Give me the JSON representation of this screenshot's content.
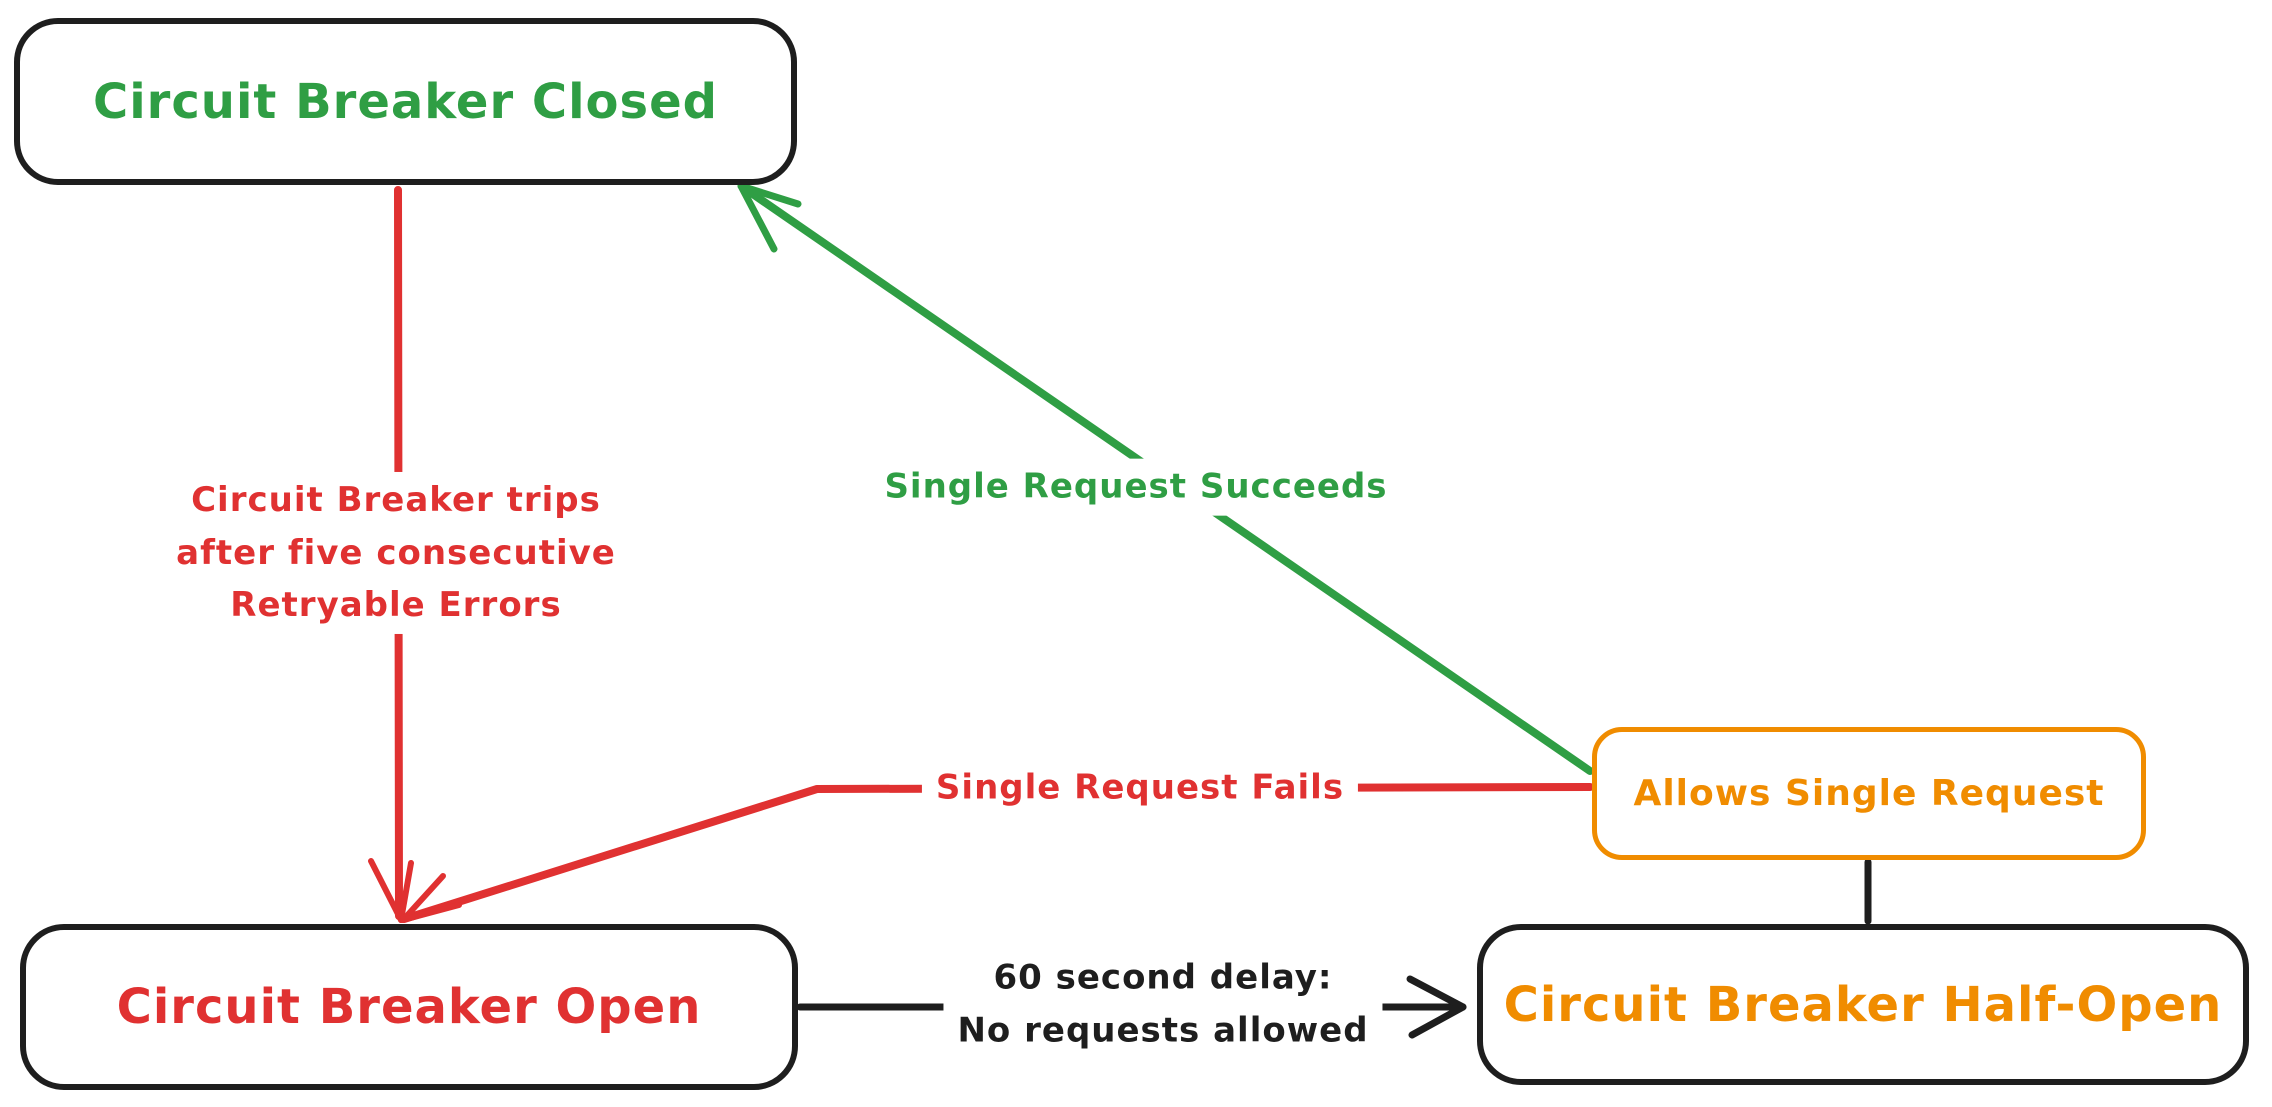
{
  "canvas": {
    "background": "#ffffff",
    "style": "hand-drawn-diagram"
  },
  "colors": {
    "green": "#2f9e44",
    "red": "#e03131",
    "orange": "#f08c00",
    "black": "#1e1e1e"
  },
  "nodes": {
    "closed": {
      "label": "Circuit Breaker Closed",
      "text_color": "#2f9e44",
      "border_color": "#1e1e1e"
    },
    "open": {
      "label": "Circuit Breaker Open",
      "text_color": "#e03131",
      "border_color": "#1e1e1e"
    },
    "half_open": {
      "label": "Circuit Breaker Half-Open",
      "text_color": "#f08c00",
      "border_color": "#1e1e1e"
    },
    "allows_single_request": {
      "label": "Allows Single Request",
      "text_color": "#f08c00",
      "border_color": "#f08c00"
    }
  },
  "edges": {
    "trips": {
      "from": "closed",
      "to": "open",
      "label": "Circuit Breaker trips\nafter five consecutive\nRetryable Errors",
      "color": "#e03131",
      "arrowhead": "end"
    },
    "succeeds": {
      "from": "allows_single_request",
      "to": "closed",
      "label": "Single Request Succeeds",
      "color": "#2f9e44",
      "arrowhead": "end"
    },
    "fails": {
      "from": "allows_single_request",
      "to": "open",
      "label": "Single Request Fails",
      "color": "#e03131",
      "arrowhead": "end"
    },
    "delay": {
      "from": "open",
      "to": "half_open",
      "label": "60 second delay:\nNo requests allowed",
      "color": "#1e1e1e",
      "arrowhead": "end"
    },
    "half_open_connector": {
      "from": "allows_single_request",
      "to": "half_open",
      "label": "",
      "color": "#1e1e1e",
      "arrowhead": "none"
    }
  }
}
